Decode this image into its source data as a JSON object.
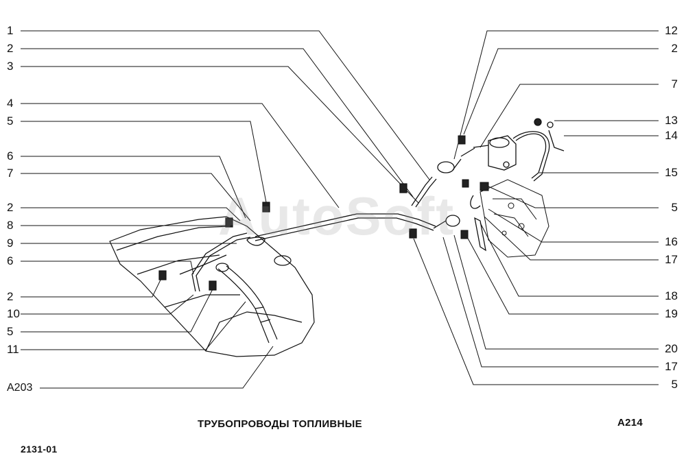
{
  "callouts_left": [
    "1",
    "2",
    "3",
    "4",
    "5",
    "6",
    "7",
    "2",
    "8",
    "9",
    "6",
    "2",
    "10",
    "5",
    "11",
    "A203"
  ],
  "callouts_right": [
    "12",
    "2",
    "7",
    "13",
    "14",
    "15",
    "5",
    "16",
    "17",
    "18",
    "19",
    "20",
    "17",
    "5"
  ],
  "caption": "ТРУБОПРОВОДЫ ТОПЛИВНЫЕ",
  "sheet_code": "A214",
  "page_code": "2131-01",
  "watermark": "AutoSoft",
  "colors": {
    "ink": "#111111",
    "paper": "#ffffff"
  }
}
